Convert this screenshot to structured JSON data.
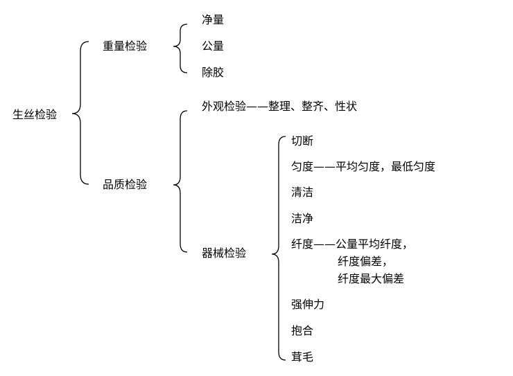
{
  "root": "生丝检验",
  "weight": {
    "label": "重量检验",
    "items": [
      "净量",
      "公量",
      "除胶"
    ]
  },
  "quality": {
    "label": "品质检验",
    "appearance": "外观检验——整理、整齐、性状",
    "machine": {
      "label": "器械检验",
      "items": [
        "切断",
        "匀度——平均匀度，最低匀度",
        "清洁",
        "洁净"
      ],
      "fineness": {
        "line1": "纤度——公量平均纤度，",
        "line2": "纤度偏差，",
        "line3": "纤度最大偏差"
      },
      "items_after": [
        "强伸力",
        "抱合",
        "茸毛"
      ]
    }
  }
}
